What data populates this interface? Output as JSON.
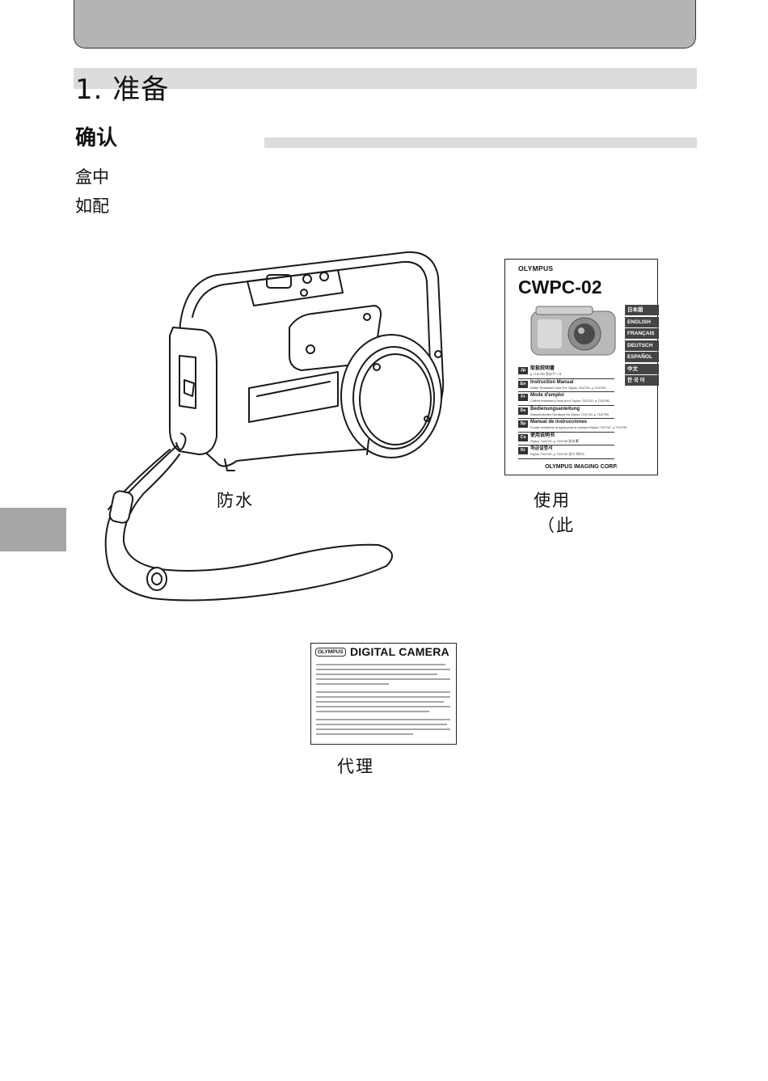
{
  "chapter": {
    "title": "1. 准备"
  },
  "section": {
    "title": "确认"
  },
  "intro": {
    "line1": "盒中",
    "line2": "如配"
  },
  "captions": {
    "case": "防水",
    "manual": "使用",
    "manual_note": "（此",
    "warranty": "代理"
  },
  "manual_cover": {
    "brand": "OLYMPUS",
    "model": "CWPC-02",
    "languages": [
      "日本語",
      "ENGLISH",
      "FRANÇAIS",
      "DEUTSCH",
      "ESPAÑOL",
      "中文",
      "한 국 어"
    ],
    "entries": [
      {
        "code": "Jp",
        "title": "取扱説明書",
        "subtitle": "μ 710/790 防水ケース"
      },
      {
        "code": "En",
        "title": "Instruction Manual",
        "subtitle": "Water Resistant Case For Stylus 710/720, μ 710/790"
      },
      {
        "code": "Fr",
        "title": "Mode d'emploi",
        "subtitle": "Coffret résistant à l'eau pour Stylus 710/720, μ 710/790"
      },
      {
        "code": "De",
        "title": "Bedienungsanleitung",
        "subtitle": "Wasserdichtes Gehäuse für Stylus 710/720, μ 710/790"
      },
      {
        "code": "Sp",
        "title": "Manual de instrucciones",
        "subtitle": "Funda resistente al agua para la cámara Stylus 710/720, μ 710/790"
      },
      {
        "code": "Cs",
        "title": "使用说明书",
        "subtitle": "Stylus 710/720, μ 710/790 防水罩"
      },
      {
        "code": "Kr",
        "title": "취급설명서",
        "subtitle": "Stylus 710/720, μ 710/790 방수 케이스"
      }
    ],
    "footer": "OLYMPUS IMAGING CORP."
  },
  "warranty_card": {
    "brand": "OLYMPUS",
    "title": "DIGITAL CAMERA"
  },
  "colors": {
    "banner": "#b4b4b4",
    "bar": "#dcdcdc",
    "side_tab": "#a6a6a6"
  }
}
